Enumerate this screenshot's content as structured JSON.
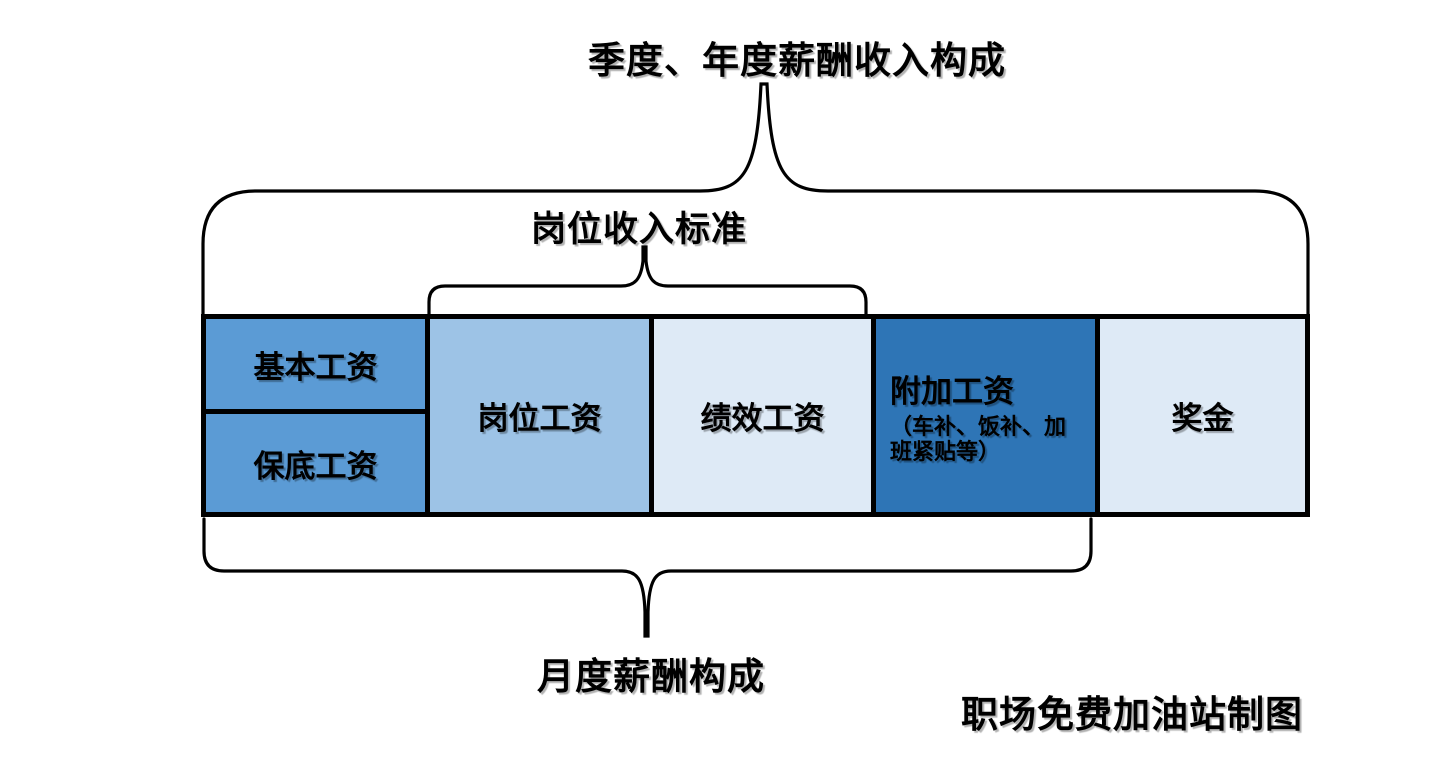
{
  "diagram": {
    "top_title": "季度、年度薪酬收入构成",
    "middle_label": "岗位收入标准",
    "bottom_label": "月度薪酬构成",
    "credit": "职场免费加油站制图",
    "boxes": [
      {
        "label": "基本工资",
        "fill": "#5B9BD5"
      },
      {
        "label": "保底工资",
        "fill": "#5B9BD5"
      },
      {
        "label": "岗位工资",
        "fill": "#9DC3E6"
      },
      {
        "label": "绩效工资",
        "fill": "#DEEAF6"
      },
      {
        "label": "附加工资",
        "sublabel": "（车补、饭补、加班紧贴等）",
        "fill": "#2E75B6"
      },
      {
        "label": "奖金",
        "fill": "#DEEAF6"
      }
    ],
    "colors": {
      "medium_blue": "#5B9BD5",
      "light_blue": "#9DC3E6",
      "pale_blue": "#DEEAF6",
      "dark_blue": "#2E75B6",
      "border": "#000000",
      "background": "#FFFFFF"
    }
  }
}
